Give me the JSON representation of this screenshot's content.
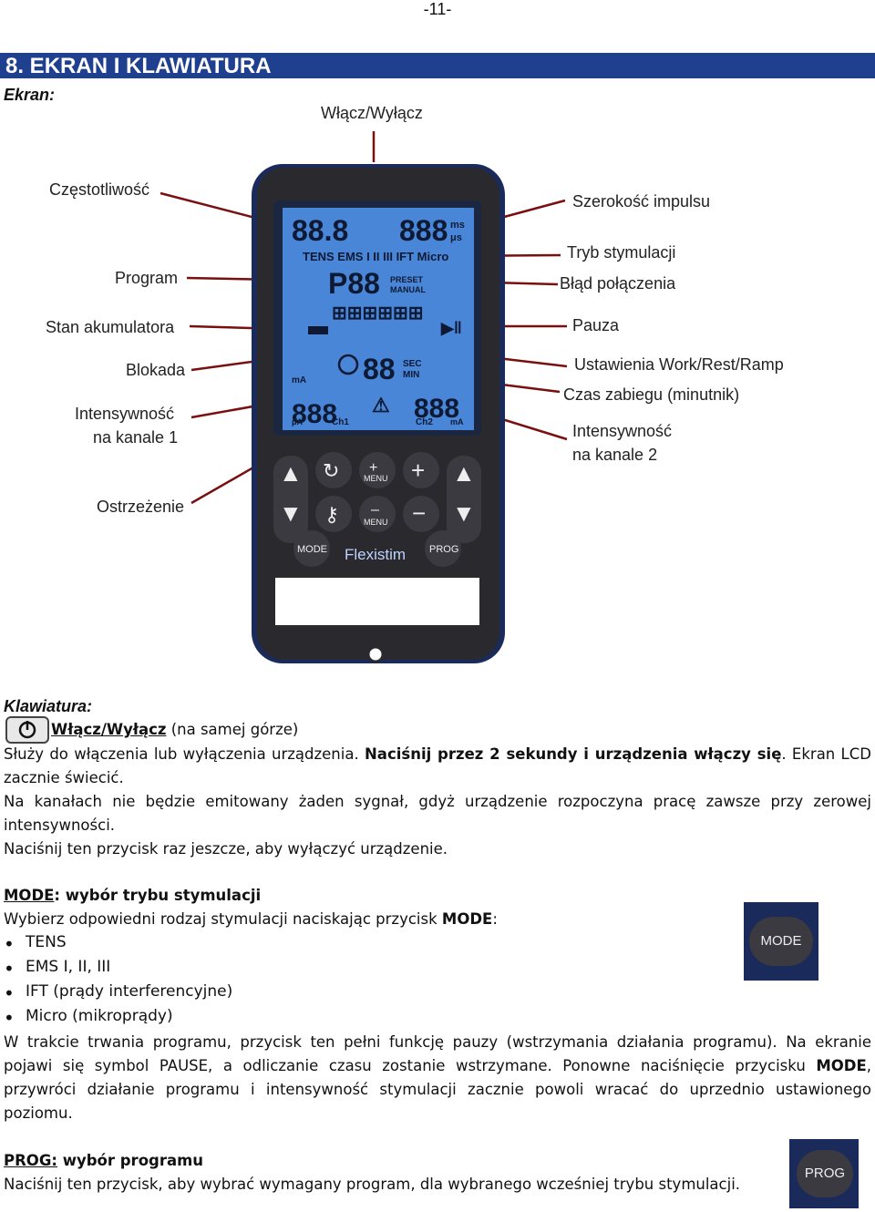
{
  "page_number": "-11-",
  "section_title": "8. EKRAN I KLAWIATURA",
  "screen_heading": "Ekran:",
  "callouts": {
    "power": "Włącz/Wyłącz",
    "frequency": "Częstotliwość",
    "program": "Program",
    "battery": "Stan akumulatora",
    "lock": "Blokada",
    "intensity_ch1_line1": "Intensywność",
    "intensity_ch1_line2": "na kanale 1",
    "warning": "Ostrzeżenie",
    "pulse_width": "Szerokość impulsu",
    "stim_mode": "Tryb stymulacji",
    "conn_error": "Błąd połączenia",
    "pause": "Pauza",
    "work_rest_ramp": "Ustawienia Work/Rest/Ramp",
    "timer": "Czas zabiegu (minutnik)",
    "intensity_ch2_line1": "Intensywność",
    "intensity_ch2_line2": "na kanale 2"
  },
  "device": {
    "lcd_freq": "88.8",
    "lcd_width": "888",
    "lcd_width_unit_top": "ms",
    "lcd_width_unit_bottom": "μs",
    "lcd_modes": "TENS EMS I II III IFT Micro",
    "lcd_program": "P88",
    "lcd_preset": "PRESET",
    "lcd_manual": "MANUAL",
    "lcd_segments": "⊞⊞⊞⊞⊞⊞",
    "lcd_timer": "88",
    "lcd_sec": "SEC",
    "lcd_min": "MIN",
    "lcd_ch1": "888",
    "lcd_ch2": "888",
    "lcd_ma": "mA",
    "lcd_ua": "μA",
    "lcd_ch1_label": "Ch1",
    "lcd_ch2_label": "Ch2",
    "btn_menu": "MENU",
    "btn_mode": "MODE",
    "btn_prog": "PROG",
    "brand": "Flexistim"
  },
  "keyboard_heading": "Klawiatura:",
  "power_key": {
    "title": "Włącz/Wyłącz",
    "title_suffix": " (na samej górze)",
    "p1_a": "Służy do włączenia lub wyłączenia urządzenia. ",
    "p1_b": "Naciśnij przez 2 sekundy i urządzenia włączy się",
    "p1_c": ". Ekran LCD zacznie świecić.",
    "p2": "Na kanałach nie będzie emitowany żaden sygnał, gdyż urządzenie rozpoczyna pracę zawsze przy zerowej intensywności.",
    "p3": "Naciśnij ten przycisk raz jeszcze, aby wyłączyć urządzenie."
  },
  "mode_key": {
    "title_u": "MODE",
    "title_rest": ": wybór trybu stymulacji",
    "intro_a": "Wybierz odpowiedni rodzaj stymulacji naciskając przycisk ",
    "intro_b": "MODE",
    "intro_c": ":",
    "items": [
      "TENS",
      "EMS I, II, III",
      "IFT (prądy interferencyjne)",
      "Micro (mikroprądy)"
    ],
    "p_a": "W trakcie trwania programu, przycisk ten pełni funkcję pauzy (wstrzymania działania programu). Na ekranie pojawi się symbol PAUSE, a odliczanie czasu zostanie wstrzymane. Ponowne naciśnięcie przycisku ",
    "p_b": "MODE",
    "p_c": ", przywróci działanie programu i intensywność stymulacji zacznie powoli wracać do uprzednio ustawionego poziomu."
  },
  "prog_key": {
    "title_u": "PROG:",
    "title_rest": " wybór programu",
    "p": "Naciśnij ten przycisk, aby wybrać wymagany program, dla wybranego wcześniej trybu stymulacji."
  },
  "colors": {
    "header_bg": "#1f3f8f",
    "callout_line": "#7a0f0f",
    "lcd_bg": "#4a86d8",
    "device_body": "#2a2a2e"
  }
}
